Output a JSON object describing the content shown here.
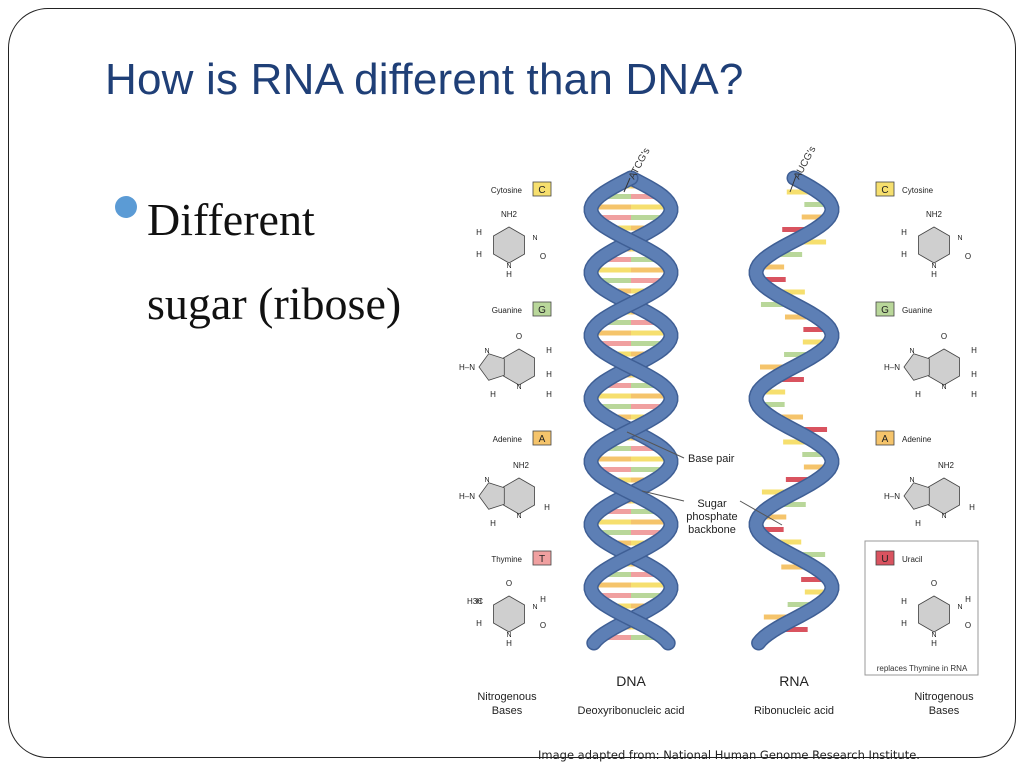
{
  "slide": {
    "title": "How is RNA different than DNA?",
    "bullet": "Different sugar (ribose)",
    "caption": "Image adapted from: National Human Genome Research Institute."
  },
  "figure": {
    "dna_top_label": "ATCG's",
    "rna_top_label": "AUCG's",
    "dna_label": "DNA",
    "dna_sublabel": "Deoxyribonucleic acid",
    "rna_label": "RNA",
    "rna_sublabel": "Ribonucleic acid",
    "callout_base_pair": "Base pair",
    "callout_backbone_1": "Sugar",
    "callout_backbone_2": "phosphate",
    "callout_backbone_3": "backbone",
    "left_footer_1": "Nitrogenous",
    "left_footer_2": "Bases",
    "right_footer_1": "Nitrogenous",
    "right_footer_2": "Bases",
    "left_bases": [
      {
        "name": "Cytosine",
        "letter": "C",
        "color": "#f6df6e"
      },
      {
        "name": "Guanine",
        "letter": "G",
        "color": "#b9d79a"
      },
      {
        "name": "Adenine",
        "letter": "A",
        "color": "#f5c46b"
      },
      {
        "name": "Thymine",
        "letter": "T",
        "color": "#f0a0a0"
      }
    ],
    "right_bases": [
      {
        "name": "Cytosine",
        "letter": "C",
        "color": "#f6df6e"
      },
      {
        "name": "Guanine",
        "letter": "G",
        "color": "#b9d79a"
      },
      {
        "name": "Adenine",
        "letter": "A",
        "color": "#f5c46b"
      },
      {
        "name": "Uracil",
        "letter": "U",
        "color": "#d9535f"
      }
    ],
    "uracil_note": "replaces Thymine in RNA",
    "struct": {
      "nh2": "NH2",
      "o": "O",
      "n": "N",
      "h": "H",
      "c": "C",
      "hn": "H–N",
      "h3c": "H3C"
    },
    "colors": {
      "backbone": "#5d7fb5",
      "backbone_dark": "#3f5f95",
      "cytosine": "#f6df6e",
      "guanine": "#b9d79a",
      "adenine": "#f5c46b",
      "thymine": "#f0a0a0",
      "uracil": "#d9535f",
      "title": "#1f3f77",
      "bullet": "#5b9bd5"
    }
  }
}
